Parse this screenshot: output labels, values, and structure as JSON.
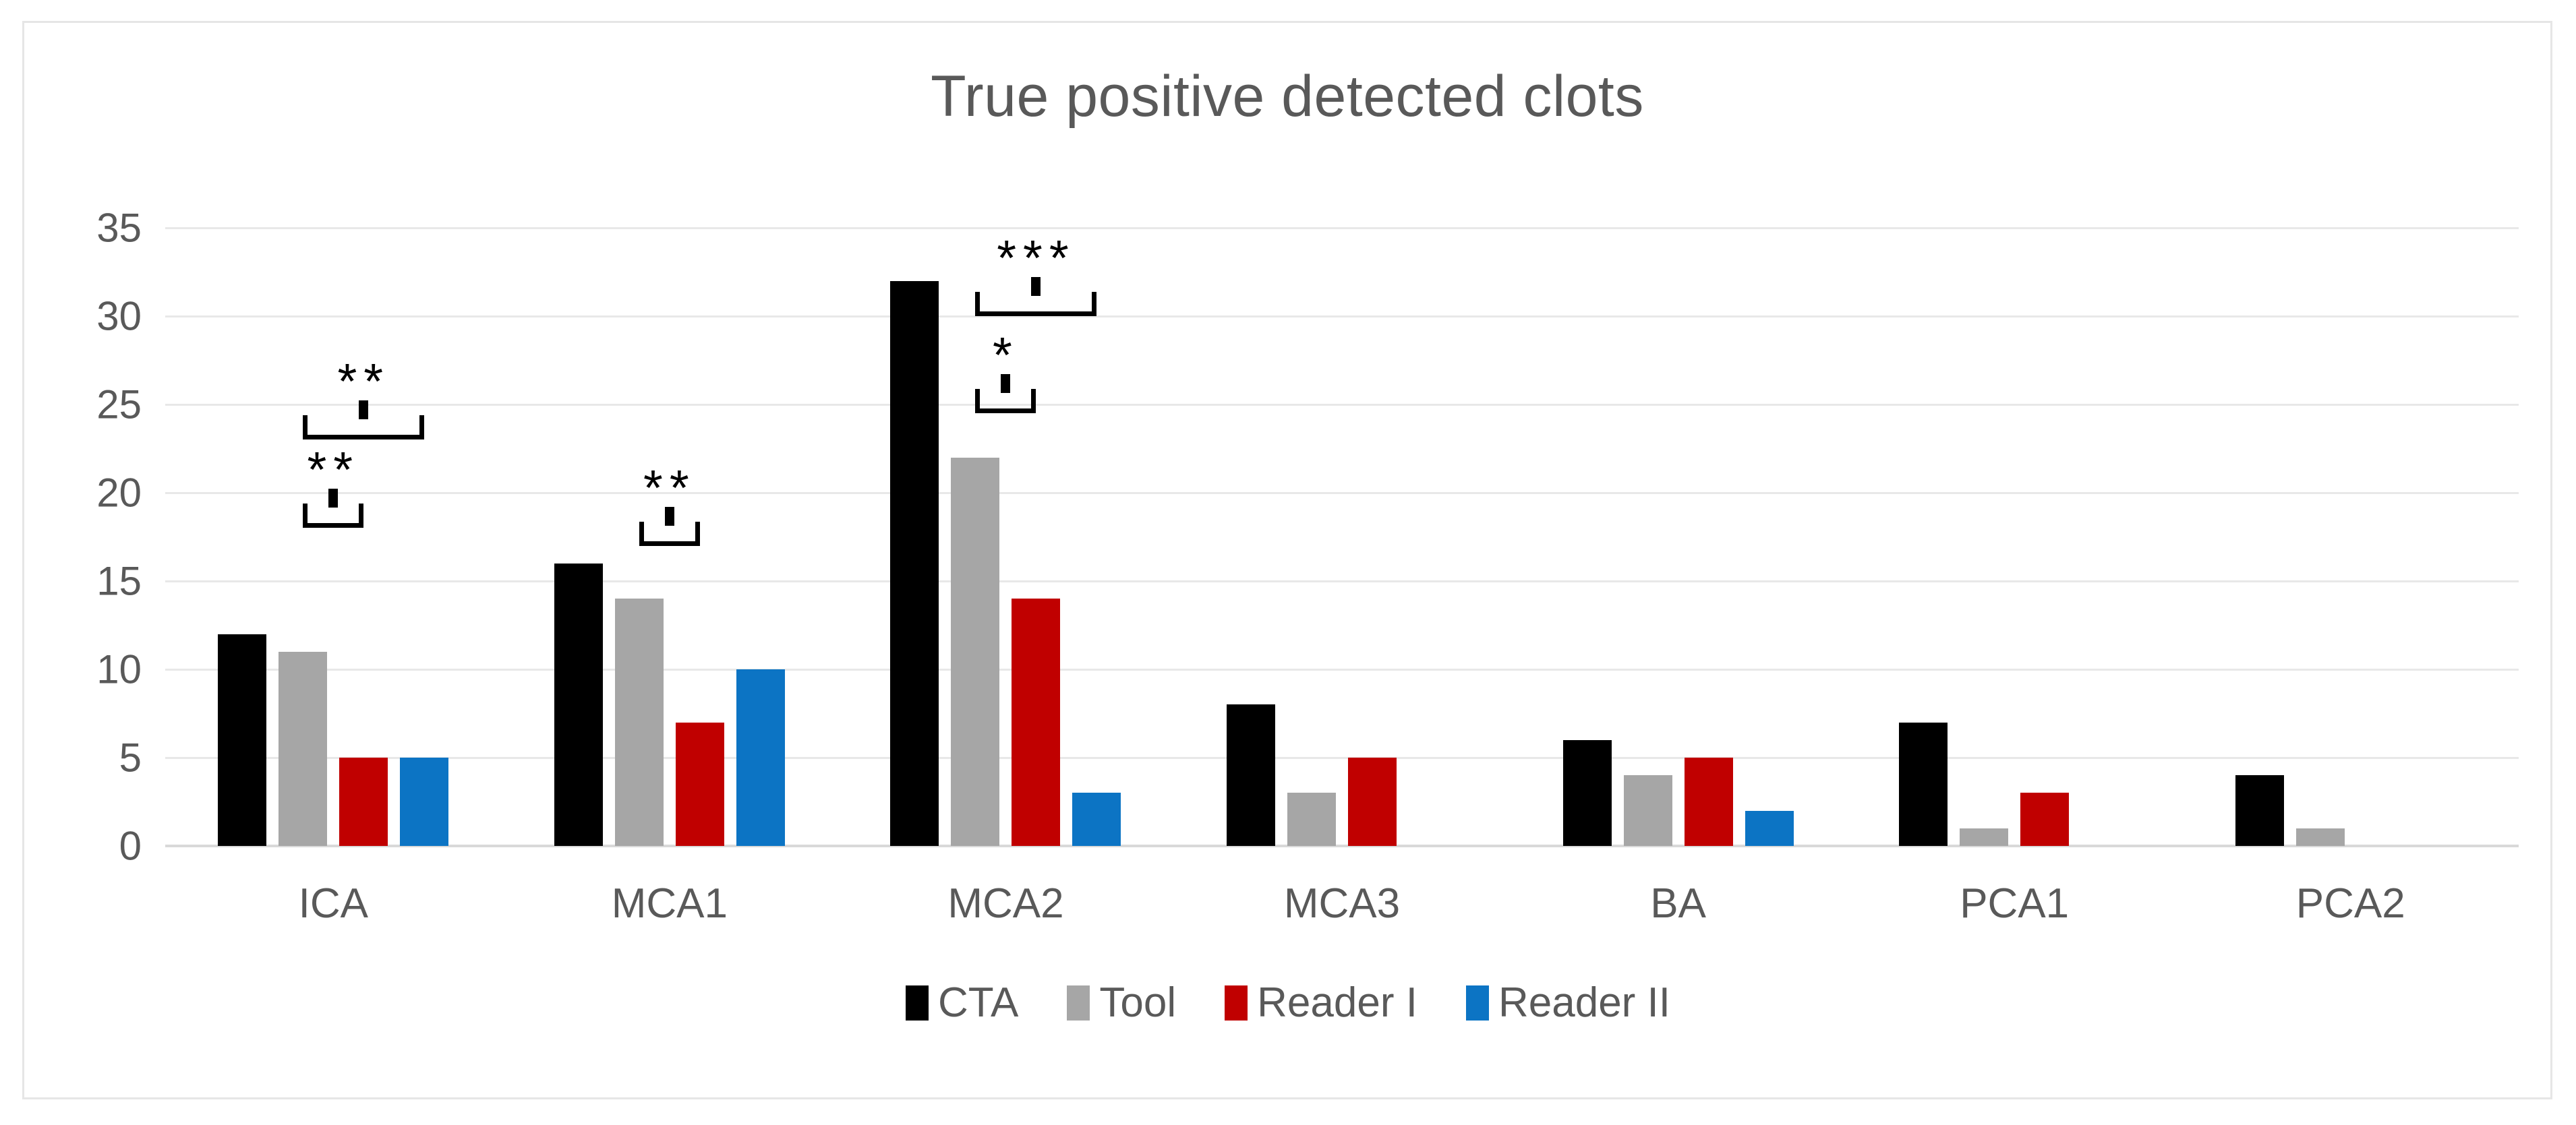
{
  "chart_data": {
    "type": "bar",
    "title": "True positive detected clots",
    "xlabel": "",
    "ylabel": "",
    "ylim": [
      0,
      35
    ],
    "yticks": [
      35,
      30,
      25,
      20,
      15,
      10,
      5,
      0
    ],
    "grid": true,
    "legend_position": "bottom",
    "categories": [
      "ICA",
      "MCA1",
      "MCA2",
      "MCA3",
      "BA",
      "PCA1",
      "PCA2"
    ],
    "series": [
      {
        "name": "CTA",
        "color": "#000000",
        "values": [
          12,
          16,
          32,
          8,
          6,
          7,
          4
        ]
      },
      {
        "name": "Tool",
        "color": "#a6a6a6",
        "values": [
          11,
          14,
          22,
          3,
          4,
          1,
          1
        ]
      },
      {
        "name": "Reader I",
        "color": "#c00000",
        "values": [
          5,
          7,
          14,
          5,
          5,
          3,
          0
        ]
      },
      {
        "name": "Reader II",
        "color": "#0c74c4",
        "values": [
          5,
          10,
          3,
          0,
          2,
          0,
          0
        ]
      }
    ],
    "annotations": [
      {
        "id": "ica-upper",
        "category": "ICA",
        "from": "Tool",
        "to": "Reader II",
        "stars": "**",
        "top_value": 23.0
      },
      {
        "id": "ica-lower",
        "category": "ICA",
        "from": "Tool",
        "to": "Reader I",
        "stars": "**",
        "top_value": 18.0
      },
      {
        "id": "mca1",
        "category": "MCA1",
        "from": "Tool",
        "to": "Reader I",
        "stars": "**",
        "top_value": 17.0
      },
      {
        "id": "mca2-upper",
        "category": "MCA2",
        "from": "Tool",
        "to": "Reader II",
        "stars": "***",
        "top_value": 30.0
      },
      {
        "id": "mca2-lower",
        "category": "MCA2",
        "from": "Tool",
        "to": "Reader I",
        "stars": "*",
        "top_value": 24.5
      }
    ]
  },
  "legend": {
    "items": [
      {
        "label": "CTA",
        "color": "#000000"
      },
      {
        "label": "Tool",
        "color": "#a6a6a6"
      },
      {
        "label": "Reader I",
        "color": "#c00000"
      },
      {
        "label": "Reader II",
        "color": "#0c74c4"
      }
    ]
  }
}
